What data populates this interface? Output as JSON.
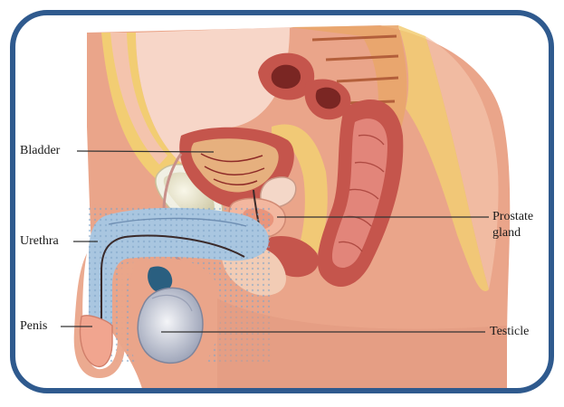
{
  "labels": {
    "bladder": "Bladder",
    "urethra": "Urethra",
    "penis": "Penis",
    "prostate_line1": "Prostate",
    "prostate_line2": "gland",
    "testicle": "Testicle"
  },
  "colors": {
    "frame": "#2f5a8e",
    "skin": "#eaa58a",
    "skin_light": "#f4c4ad",
    "fat": "#f2cd73",
    "muscle": "#c5554c",
    "muscle_light": "#e2857a",
    "spongy_tissue": "#a9c6e0",
    "bladder_fluid": "#e8e4c6",
    "testicle": "#cfd3de"
  }
}
